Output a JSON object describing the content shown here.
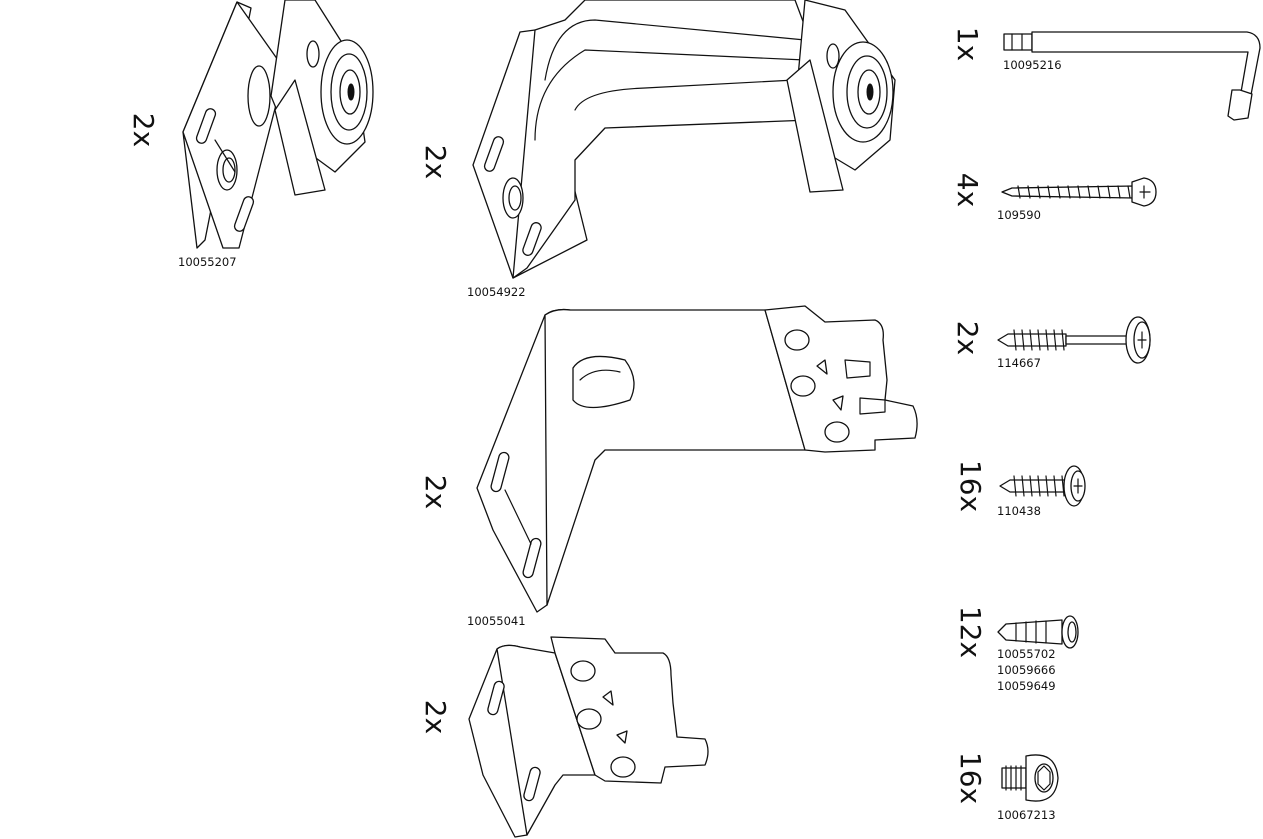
{
  "parts": [
    {
      "id": "roller-bracket-small",
      "quantity": "2x",
      "codes": [
        "10055207"
      ]
    },
    {
      "id": "roller-bracket-large",
      "quantity": "2x",
      "codes": [
        "10054922"
      ]
    },
    {
      "id": "angle-bracket-large",
      "quantity": "2x",
      "codes": [
        "10055041"
      ]
    },
    {
      "id": "angle-bracket-small",
      "quantity": "2x",
      "codes": []
    },
    {
      "id": "allen-key",
      "quantity": "1x",
      "codes": [
        "10095216"
      ]
    },
    {
      "id": "screw-long",
      "quantity": "4x",
      "codes": [
        "109590"
      ]
    },
    {
      "id": "screw-flange",
      "quantity": "2x",
      "codes": [
        "114667"
      ]
    },
    {
      "id": "screw-short",
      "quantity": "16x",
      "codes": [
        "110438"
      ]
    },
    {
      "id": "wall-plug",
      "quantity": "12x",
      "codes": [
        "10055702",
        "10059666",
        "10059649"
      ]
    },
    {
      "id": "hex-bolt",
      "quantity": "16x",
      "codes": [
        "10067213"
      ]
    }
  ]
}
